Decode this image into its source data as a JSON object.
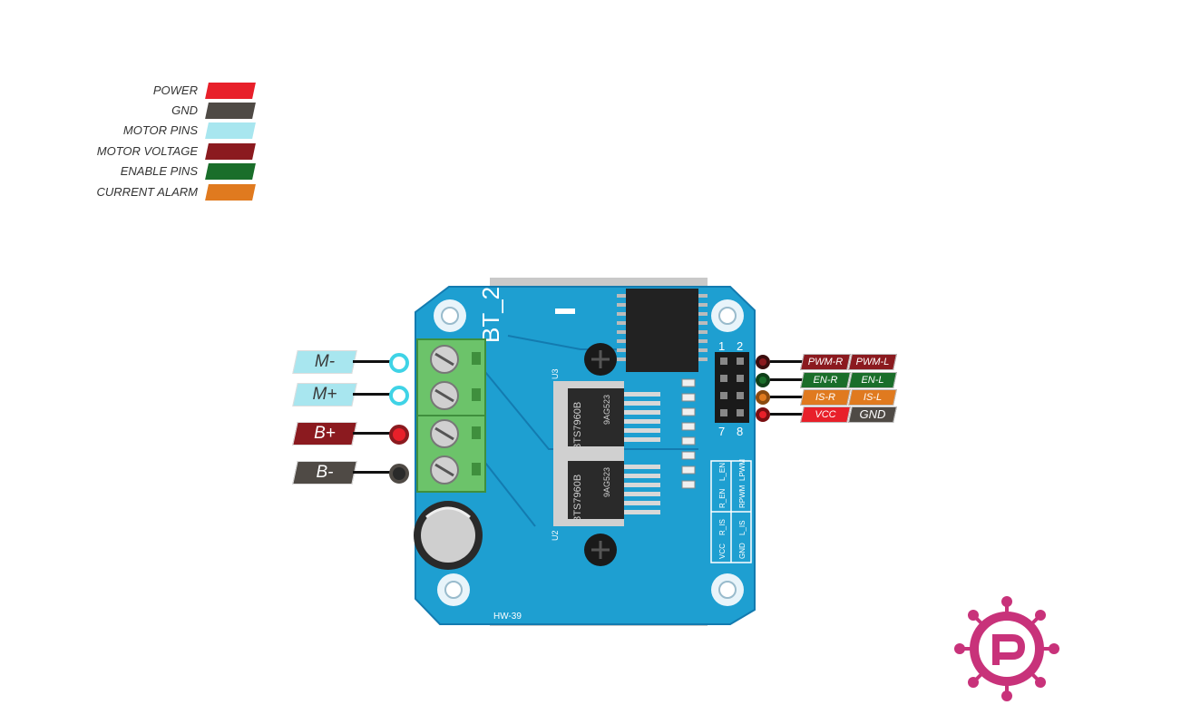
{
  "legend": [
    {
      "label": "POWER",
      "color": "#e8202a"
    },
    {
      "label": "GND",
      "color": "#4f4a45"
    },
    {
      "label": "MOTOR PINS",
      "color": "#a8e6ef"
    },
    {
      "label": "MOTOR VOLTAGE",
      "color": "#8b1a1f"
    },
    {
      "label": "ENABLE PINS",
      "color": "#1a6e2a"
    },
    {
      "label": "CURRENT ALARM",
      "color": "#e07a1f"
    }
  ],
  "left_terminals": [
    {
      "label": "M-",
      "bg": "#a8e6ef",
      "fg": "#3a3a3a",
      "dot": "#3fd3e6"
    },
    {
      "label": "M+",
      "bg": "#a8e6ef",
      "fg": "#3a3a3a",
      "dot": "#3fd3e6"
    },
    {
      "label": "B+",
      "bg": "#8b1a1f",
      "fg": "#ffffff",
      "dot": "#8b1a1f"
    },
    {
      "label": "B-",
      "bg": "#4f4a45",
      "fg": "#ffffff",
      "dot": "#4f4a45"
    }
  ],
  "header_pins": [
    {
      "left": "PWM-R",
      "right": "PWM-L",
      "left_color": "#8b1a1f",
      "right_color": "#8b1a1f",
      "dot": "#5a1a1a"
    },
    {
      "left": "EN-R",
      "right": "EN-L",
      "left_color": "#1a6e2a",
      "right_color": "#1a6e2a",
      "dot": "#1a6e2a"
    },
    {
      "left": "IS-R",
      "right": "IS-L",
      "left_color": "#e07a1f",
      "right_color": "#e07a1f",
      "dot": "#e07a1f"
    },
    {
      "left": "VCC",
      "right": "GND",
      "left_color": "#e8202a",
      "right_color": "#4f4a45",
      "dot": "#e8202a"
    }
  ],
  "board": {
    "name": "BT_2",
    "model": "HW-39",
    "chip_top": "BTS7960B",
    "chip_bottom": "BTS7960B",
    "chip_code": "9AG523",
    "chip_u3": "U3",
    "chip_u2": "U2",
    "header_numbers": [
      "1",
      "2",
      "7",
      "8"
    ],
    "header_labels_top": [
      "R_EN",
      "RPWM",
      "L_EN",
      "LPWM"
    ],
    "header_labels_bottom": [
      "VCC",
      "R_IS",
      "GND",
      "L_IS"
    ]
  },
  "colors": {
    "board": "#1e9fd1",
    "terminal": "#6cc36a",
    "logo": "#c8327a"
  }
}
